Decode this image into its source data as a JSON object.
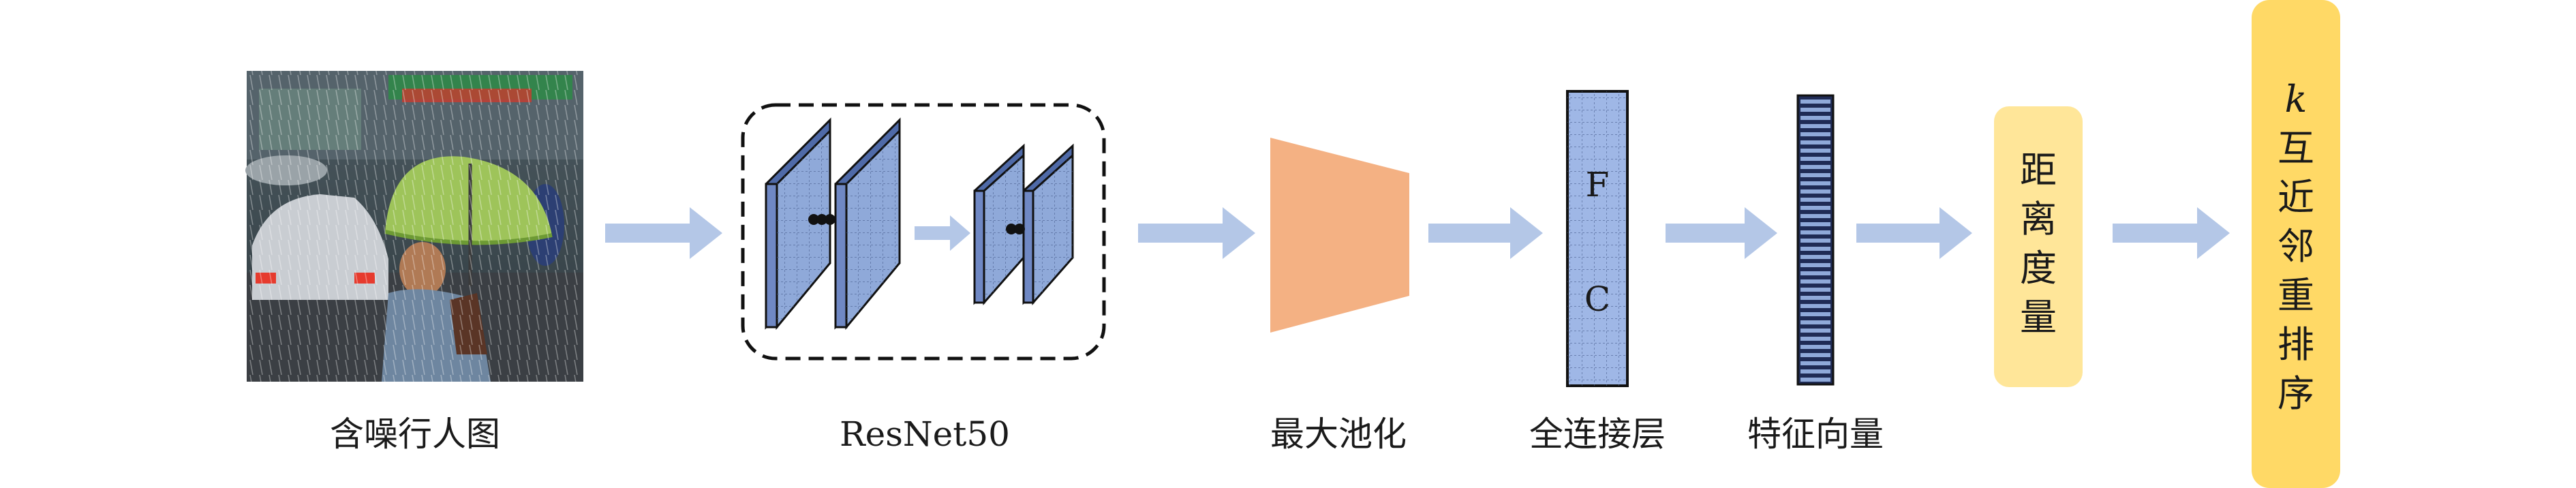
{
  "input": {
    "caption": "含噪行人图",
    "photo_icon": "rainy-street-pedestrian-umbrella-photo"
  },
  "backbone": {
    "caption": "ResNet50"
  },
  "pooling": {
    "caption": "最大池化"
  },
  "fc": {
    "caption": "全连接层",
    "letters": [
      "F",
      "C"
    ]
  },
  "feature": {
    "caption": "特征向量"
  },
  "distance": {
    "chars": [
      "距",
      "离",
      "度",
      "量"
    ]
  },
  "rerank": {
    "chars": [
      "k",
      "互",
      "近",
      "邻",
      "重",
      "排",
      "序"
    ]
  },
  "colors": {
    "arrow": "#b4c7e7",
    "layer_fill": "#8fa9d9",
    "pool_fill": "#f4b183",
    "fc_fill": "#9fb7e6",
    "distance_fill": "#ffe699",
    "rerank_fill": "#ffd966"
  }
}
